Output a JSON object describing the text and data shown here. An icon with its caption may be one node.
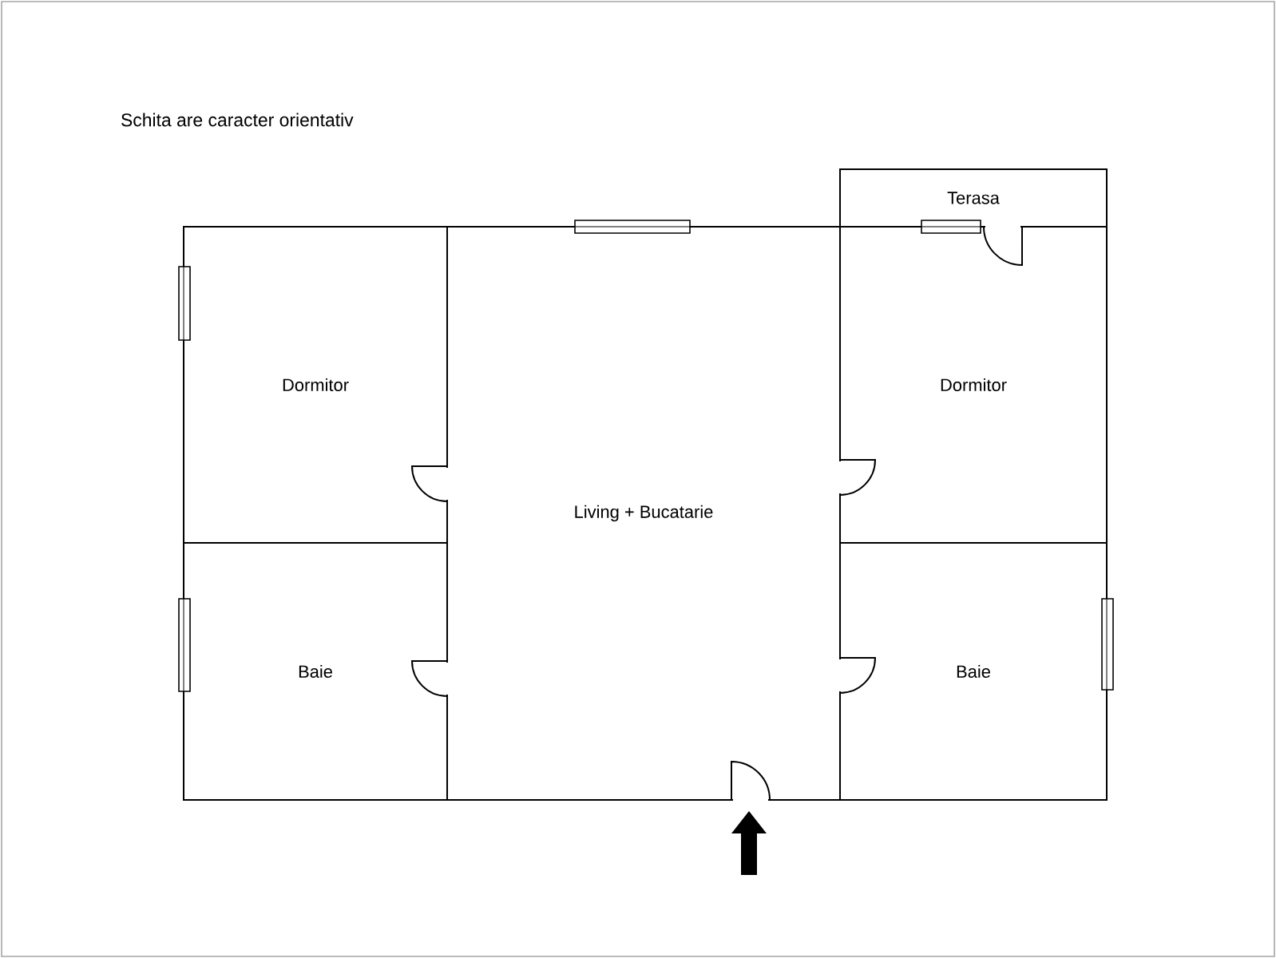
{
  "diagram": {
    "nodes": [
      {
        "text": [
          "Terasa"
        ]
      },
      {
        "text": [
          "Dormitor"
        ]
      },
      {
        "text": [
          "Living + Bucatarie"
        ]
      },
      {
        "text": [
          "Dormitor"
        ]
      },
      {
        "text": [
          "Baie"
        ]
      },
      {
        "text": [
          "Baie"
        ]
      }
    ],
    "labels": [
      "Schita are caracter orientativ"
    ]
  }
}
